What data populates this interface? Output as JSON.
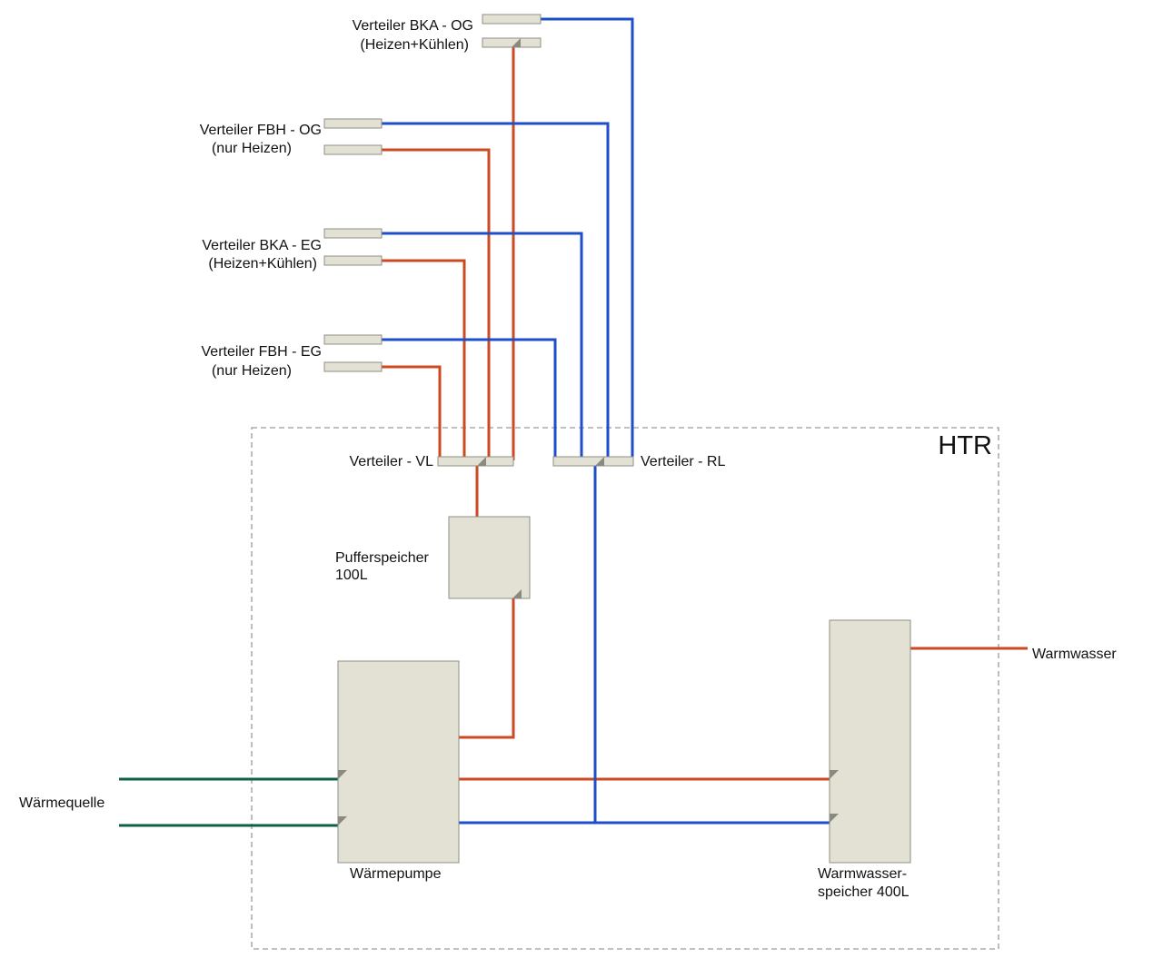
{
  "colors": {
    "supply": "#cc4a22",
    "return": "#1f4fc8",
    "source": "#0f6048",
    "component_fill": "#e2e1d4",
    "component_border": "#8f8f84",
    "frame": "#9a9a9a"
  },
  "labels": {
    "bka_og_line1": "Verteiler BKA - OG",
    "bka_og_line2": "(Heizen+Kühlen)",
    "fbh_og_line1": "Verteiler FBH - OG",
    "fbh_og_line2": "(nur Heizen)",
    "bka_eg_line1": "Verteiler BKA - EG",
    "bka_eg_line2": "(Heizen+Kühlen)",
    "fbh_eg_line1": "Verteiler FBH - EG",
    "fbh_eg_line2": "(nur Heizen)",
    "htr": "HTR",
    "verteiler_vl": "Verteiler - VL",
    "verteiler_rl": "Verteiler - RL",
    "puffer_line1": "Pufferspeicher",
    "puffer_line2": "100L",
    "waermepumpe": "Wärmepumpe",
    "ww_speicher_line1": "Warmwasser-",
    "ww_speicher_line2": "speicher 400L",
    "warmwasser": "Warmwasser",
    "waermequelle": "Wärmequelle"
  }
}
